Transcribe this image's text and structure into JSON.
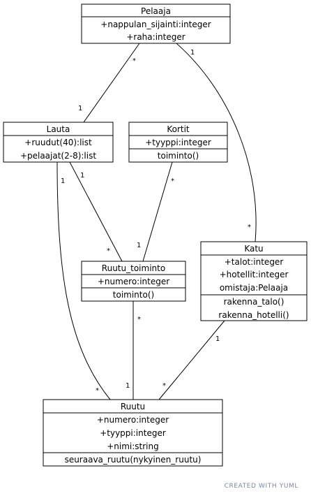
{
  "classes": {
    "pelaaja": {
      "name": "Pelaaja",
      "attributes": [
        "+nappulan_sijainti:integer",
        "+raha:integer"
      ],
      "methods": []
    },
    "lauta": {
      "name": "Lauta",
      "attributes": [
        "+ruudut(40):list",
        "+pelaajat(2-8):list"
      ],
      "methods": []
    },
    "kortit": {
      "name": "Kortit",
      "attributes": [
        "+tyyppi:integer"
      ],
      "methods": [
        "toiminto()"
      ]
    },
    "katu": {
      "name": "Katu",
      "attributes": [
        "+talot:integer",
        "+hotellit:integer",
        "omistaja:Pelaaja"
      ],
      "methods": [
        "rakenna_talo()",
        "rakenna_hotelli()"
      ]
    },
    "ruutu_toiminto": {
      "name": "Ruutu_toiminto",
      "attributes": [
        "+numero:integer"
      ],
      "methods": [
        "toiminto()"
      ]
    },
    "ruutu": {
      "name": "Ruutu",
      "attributes": [
        "+numero:integer",
        "+tyyppi:integer",
        "+nimi:string"
      ],
      "methods": [
        "seuraava_ruutu(nykyinen_ruutu)"
      ]
    }
  },
  "associations": [
    {
      "from": "Pelaaja",
      "to": "Lauta",
      "from_mult": "*",
      "to_mult": "1"
    },
    {
      "from": "Pelaaja",
      "to": "Katu",
      "from_mult": "1",
      "to_mult": "*"
    },
    {
      "from": "Lauta",
      "to": "Ruutu_toiminto",
      "from_mult": "1",
      "to_mult": "*"
    },
    {
      "from": "Lauta",
      "to": "Ruutu",
      "from_mult": "1",
      "to_mult": "*"
    },
    {
      "from": "Kortit",
      "to": "Ruutu_toiminto",
      "from_mult": "*",
      "to_mult": "1"
    },
    {
      "from": "Ruutu_toiminto",
      "to": "Ruutu",
      "from_mult": "*",
      "to_mult": "1"
    },
    {
      "from": "Katu",
      "to": "Ruutu",
      "from_mult": "1",
      "to_mult": "*"
    }
  ],
  "footer": {
    "credit": "CREATED WITH YUML"
  }
}
